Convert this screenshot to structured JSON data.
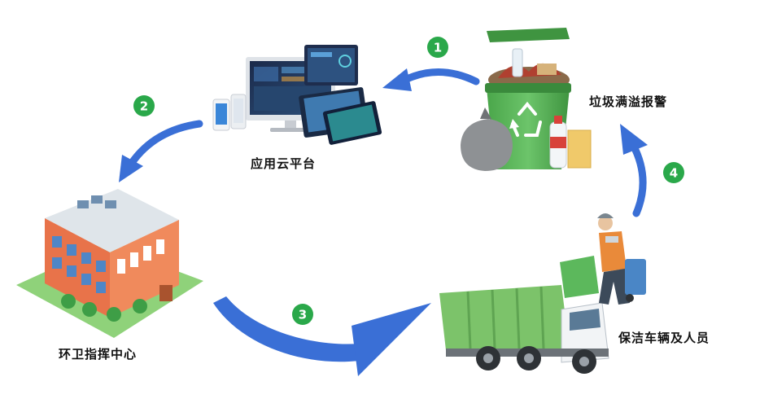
{
  "nodes": {
    "overflow_alarm": "垃圾满溢报警",
    "cloud_platform": "应用云平台",
    "command_center": "环卫指挥中心",
    "vehicles_staff": "保洁车辆及人员"
  },
  "steps": [
    "1",
    "2",
    "3",
    "4"
  ],
  "colors": {
    "arrow": "#3a6fd6",
    "step_badge": "#2aa84a",
    "bin_green": "#5cb85c",
    "building_orange": "#e8734a",
    "truck_green": "#7cc36a"
  },
  "icons": {
    "overflow_alarm": "overflowing-trash-bin-icon",
    "cloud_platform": "monitor-dashboard-devices-icon",
    "command_center": "office-building-icon",
    "vehicles_staff": "garbage-truck-and-worker-icon"
  }
}
